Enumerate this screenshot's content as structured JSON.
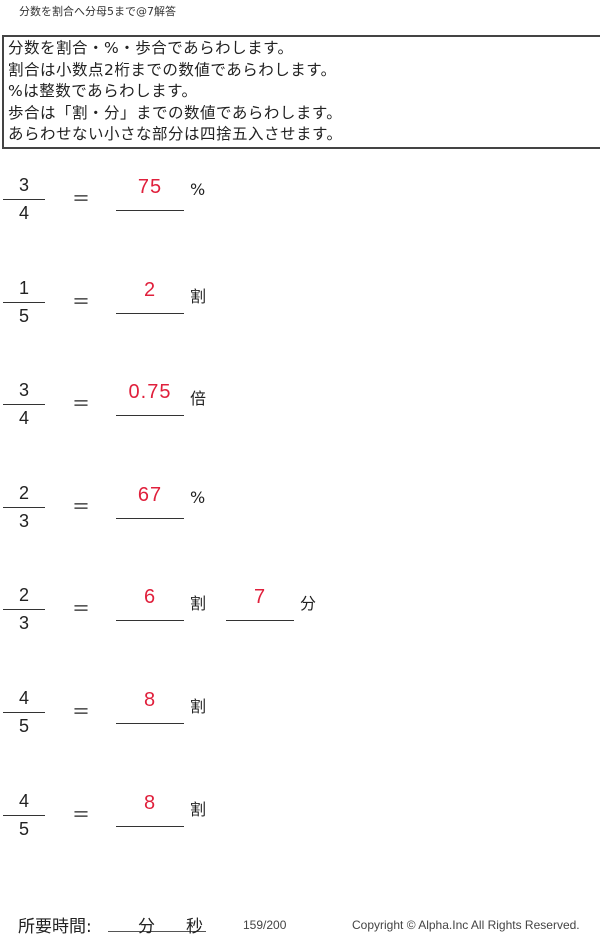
{
  "title": "分数を割合へ分母5まで@7解答",
  "instructions": [
    "分数を割合・%・歩合であらわします。",
    "割合は小数点2桁までの数値であらわします。",
    "%は整数であらわします。",
    "歩合は「割・分」までの数値であらわします。",
    "あらわせない小さな部分は四捨五入させます。"
  ],
  "equals": "＝",
  "problems": [
    {
      "numerator": "3",
      "denominator": "4",
      "answers": [
        {
          "value": "75",
          "unit": "%"
        }
      ]
    },
    {
      "numerator": "1",
      "denominator": "5",
      "answers": [
        {
          "value": "2",
          "unit": "割"
        }
      ]
    },
    {
      "numerator": "3",
      "denominator": "4",
      "answers": [
        {
          "value": "0.75",
          "unit": "倍"
        }
      ]
    },
    {
      "numerator": "2",
      "denominator": "3",
      "answers": [
        {
          "value": "67",
          "unit": "%"
        }
      ]
    },
    {
      "numerator": "2",
      "denominator": "3",
      "answers": [
        {
          "value": "6",
          "unit": "割"
        },
        {
          "value": "7",
          "unit": "分"
        }
      ]
    },
    {
      "numerator": "4",
      "denominator": "5",
      "answers": [
        {
          "value": "8",
          "unit": "割"
        }
      ]
    },
    {
      "numerator": "4",
      "denominator": "5",
      "answers": [
        {
          "value": "8",
          "unit": "割"
        }
      ]
    }
  ],
  "footer": {
    "time_label": "所要時間:",
    "minutes": "分",
    "seconds": "秒",
    "page": "159/200",
    "copyright": "Copyright ©  Alpha.Inc All Rights Reserved."
  }
}
